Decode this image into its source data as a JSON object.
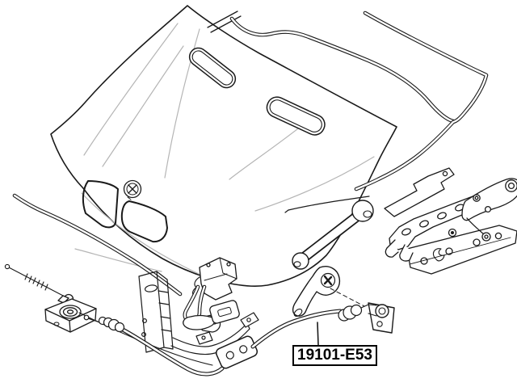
{
  "diagram": {
    "type": "exploded-parts-line-drawing",
    "subject": "car hood (bonnet) with hood release cable, latches, hinge, gas strut and weatherstrip seals",
    "part_label": {
      "part_number": "19101-E53",
      "points_to": "hood release cable assembly"
    },
    "colors": {
      "background": "#ffffff",
      "line": "#1a1a1a",
      "contour": "#b5b5b5",
      "label_border": "#000000",
      "label_text": "#000000"
    },
    "components": [
      "hood-panel",
      "hood-vent-left",
      "hood-vent-right",
      "kidney-grille-left",
      "kidney-grille-right",
      "hood-emblem",
      "weatherstrip-seal-top",
      "weatherstrip-seal-right",
      "weatherstrip-seal-front",
      "gas-strut",
      "strut-rod",
      "release-lever",
      "hood-latch",
      "slotted-plate",
      "radiator-support-frame",
      "latch-base",
      "pull-rod",
      "release-cable-assembly",
      "cable-junction-box",
      "cable-end-bracket",
      "hinge-flat-bracket",
      "hinge-main-bracket",
      "hinge-scissor-arm",
      "hinge-base-plate"
    ]
  }
}
